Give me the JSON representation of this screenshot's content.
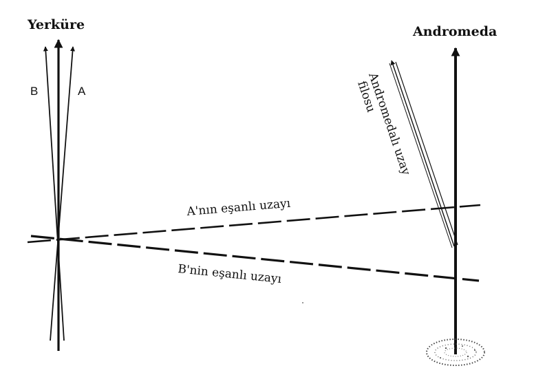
{
  "labels": {
    "earth": "Yerküre",
    "andromeda": "Andromeda",
    "observer_b": "B",
    "observer_a": "A",
    "fleet_line1": "Andromedalı uzay",
    "fleet_line2": "filosu",
    "a_simultaneous": "A'nın eşanlı uzayı",
    "b_simultaneous": "B'nin eşanlı uzayı"
  },
  "colors": {
    "ink": "#111111",
    "background": "#ffffff"
  },
  "icons": {
    "arrowhead": "arrowhead-icon",
    "galaxy": "galaxy-icon"
  }
}
